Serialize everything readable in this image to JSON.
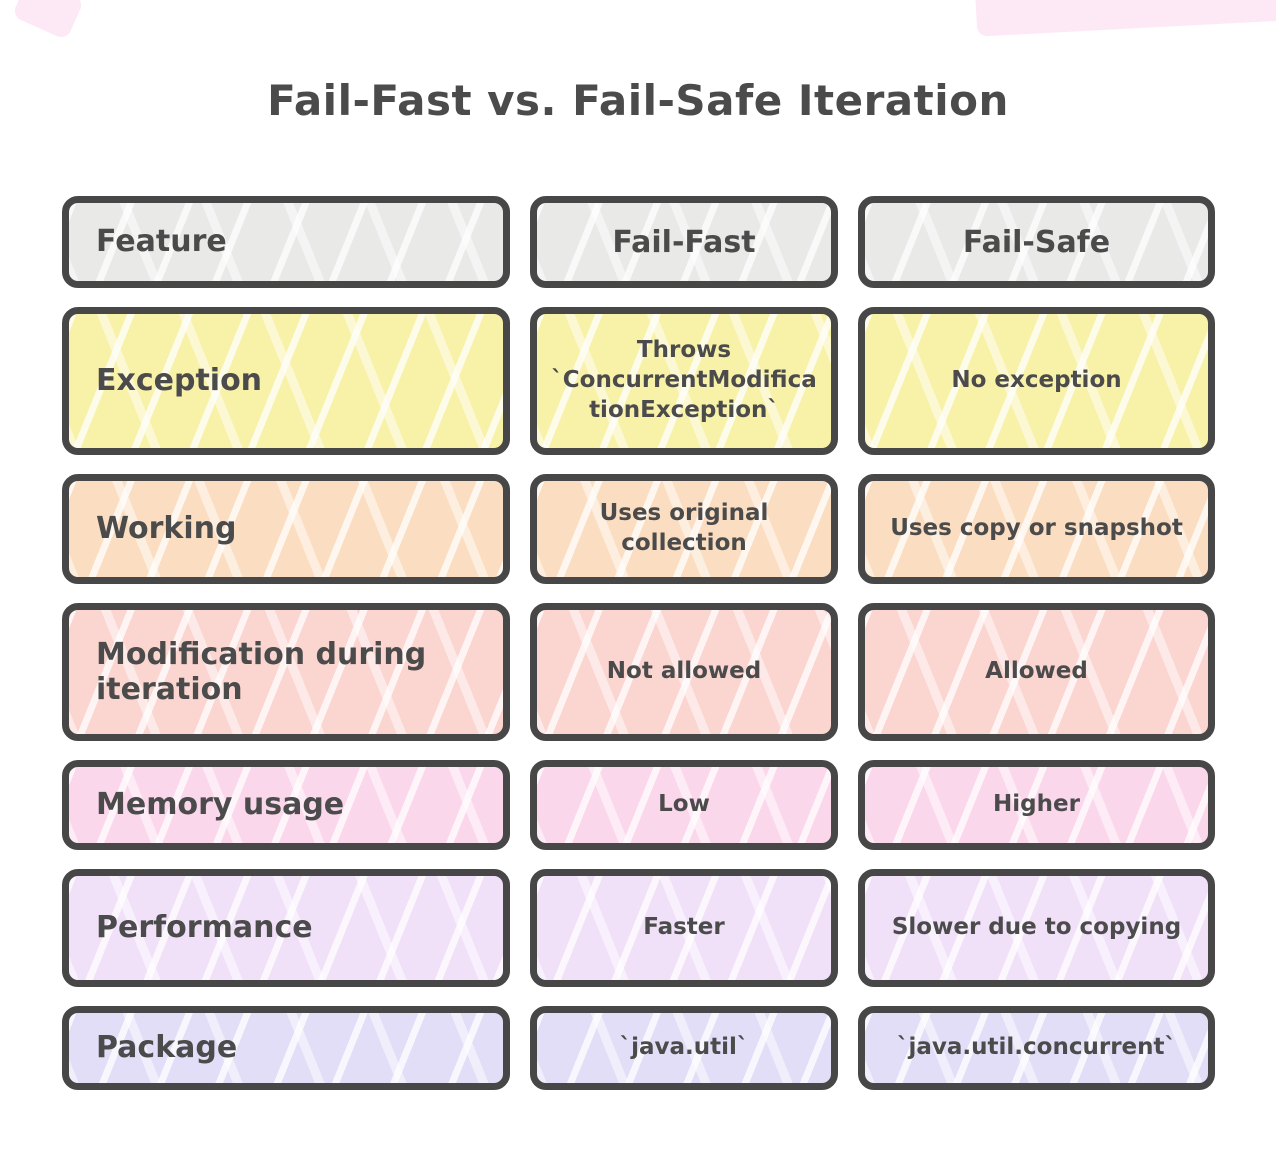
{
  "title": "Fail-Fast vs. Fail-Safe Iteration",
  "colors": {
    "background": "#ffffff",
    "border": "#474747",
    "text": "#4b4b4b",
    "smudge": "#fbd7ec"
  },
  "table": {
    "header": {
      "color": "#e9e9e8",
      "cells": [
        "Feature",
        "Fail-Fast",
        "Fail-Safe"
      ]
    },
    "rows": [
      {
        "color": "#f8f1a8",
        "feature": "Exception",
        "fail_fast": "Throws `ConcurrentModificationException`",
        "fail_safe": "No exception"
      },
      {
        "color": "#fbdec1",
        "feature": "Working",
        "fail_fast": "Uses original collection",
        "fail_safe": "Uses copy or snapshot"
      },
      {
        "color": "#fbd5d0",
        "feature": "Modification during iteration",
        "fail_fast": "Not allowed",
        "fail_safe": "Allowed"
      },
      {
        "color": "#fbd7ec",
        "feature": "Memory usage",
        "fail_fast": "Low",
        "fail_safe": "Higher"
      },
      {
        "color": "#f0e1f8",
        "feature": "Performance",
        "fail_fast": "Faster",
        "fail_safe": "Slower due to copying"
      },
      {
        "color": "#e2def7",
        "feature": "Package",
        "fail_fast": "`java.util`",
        "fail_safe": "`java.util.concurrent`"
      }
    ]
  }
}
